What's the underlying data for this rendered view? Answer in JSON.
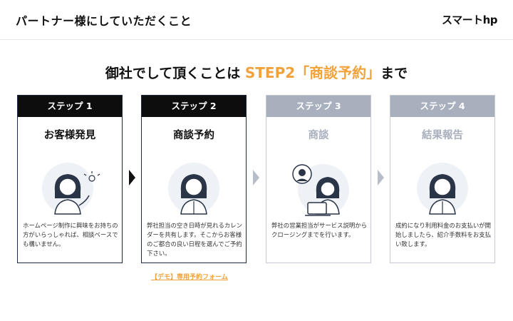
{
  "header": {
    "title": "パートナー様にしていただくこと",
    "brand": "スマートhp"
  },
  "headline": {
    "prefix": "御社でして頂くことは ",
    "accent": "STEP2「商談予約」",
    "suffix": "まで"
  },
  "steps": [
    {
      "label": "ステップ 1",
      "title": "お客様発見",
      "desc": "ホームページ制作に興味をお持ちの方がいらっしゃれば、相談ベースでも構いません。",
      "illustration": "woman-presenting-icon"
    },
    {
      "label": "ステップ 2",
      "title": "商談予約",
      "desc": "弊社担当の空き日時が見れるカレンダーを共有します。そこからお客様のご都合の良い日程を選んでご予約下さい。",
      "illustration": "woman-icon"
    },
    {
      "label": "ステップ 3",
      "title": "商談",
      "desc": "弊社の営業担当がサービス説明からクロージングまでを行います。",
      "illustration": "online-meeting-icon"
    },
    {
      "label": "ステップ 4",
      "title": "結果報告",
      "desc": "成約になり利用料金のお支払いが開始しましたら、紹介手数料をお支払い致します。",
      "illustration": "woman-icon"
    }
  ],
  "demo_link": "【デモ】専用予約フォーム",
  "colors": {
    "accent": "#f2a23a",
    "active_head": "#0d0d0d",
    "inactive_head": "#a8afbd"
  }
}
